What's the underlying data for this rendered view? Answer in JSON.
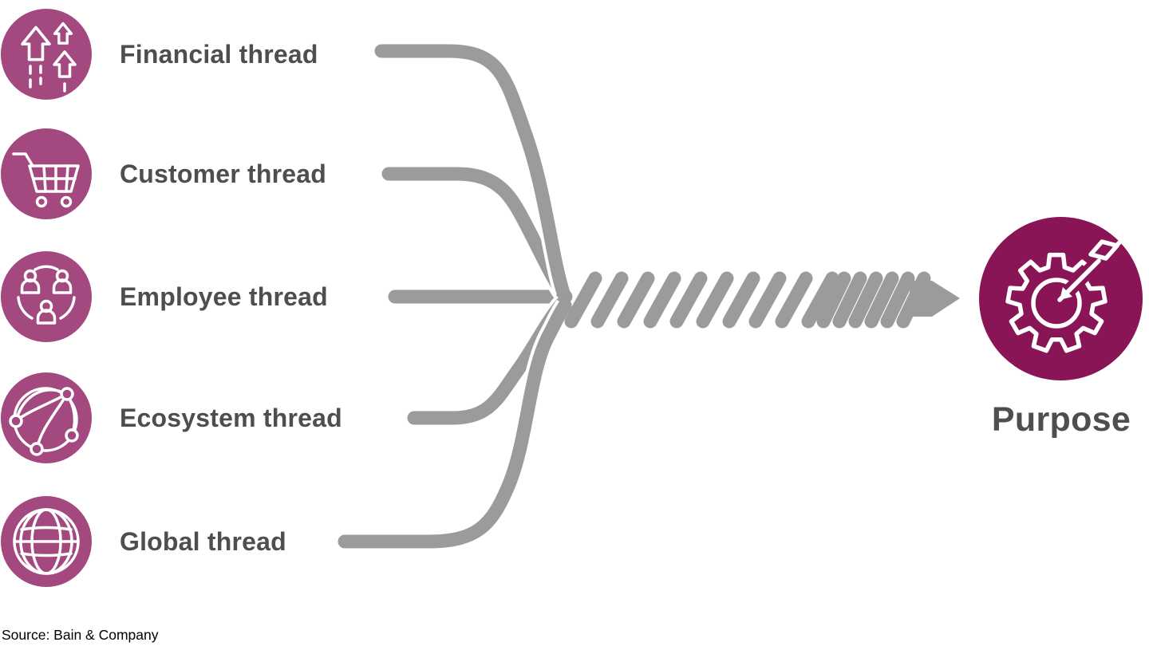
{
  "threads": [
    {
      "label": "Financial thread",
      "icon": "growth-arrows-icon"
    },
    {
      "label": "Customer thread",
      "icon": "shopping-cart-icon"
    },
    {
      "label": "Employee thread",
      "icon": "people-network-icon"
    },
    {
      "label": "Ecosystem thread",
      "icon": "network-sphere-icon"
    },
    {
      "label": "Global thread",
      "icon": "globe-icon"
    }
  ],
  "purpose": {
    "label": "Purpose",
    "icon": "gear-target-dart-icon"
  },
  "source": "Source: Bain & Company",
  "colors": {
    "thread_gray": "#9B9B9B",
    "circle_plum": "#A3497F",
    "purpose_plum": "#8A1556",
    "label_gray": "#4E4E4E",
    "source_black": "#000000"
  }
}
